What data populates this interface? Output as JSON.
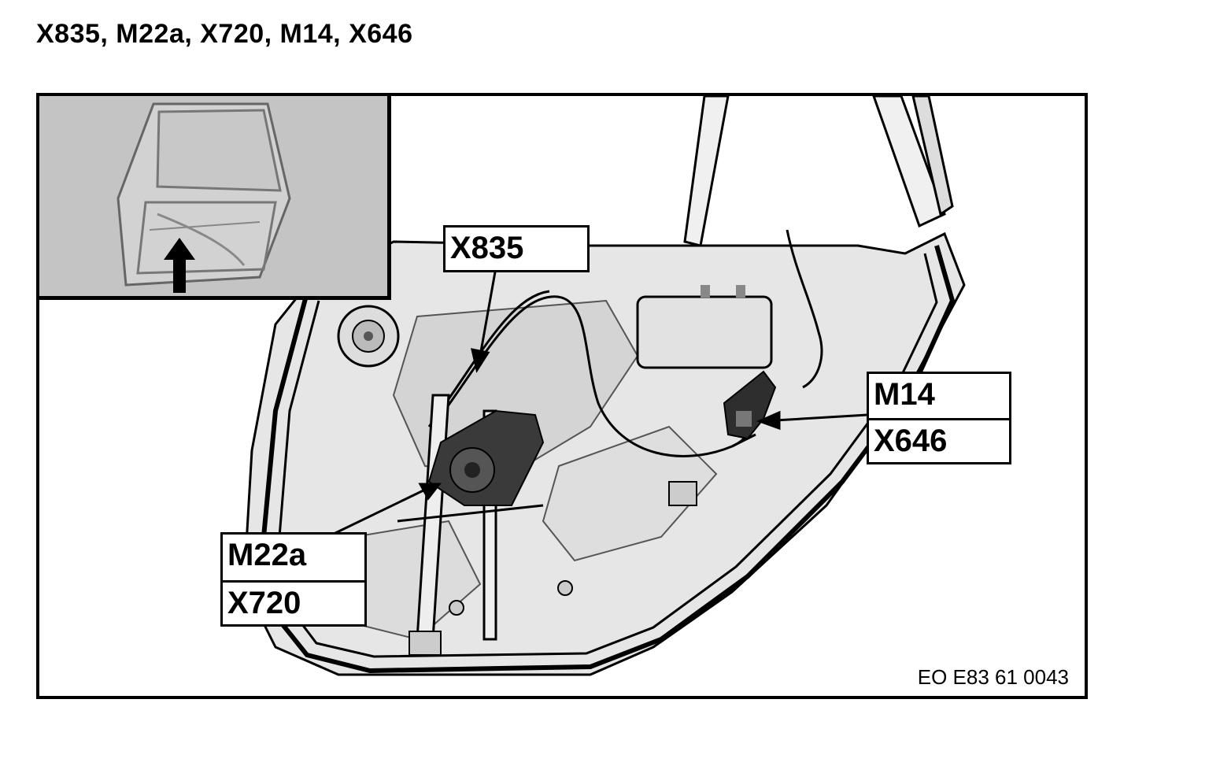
{
  "title": "X835, M22a, X720, M14, X646",
  "callouts": {
    "x835": "X835",
    "m22a": "M22a",
    "x720": "X720",
    "m14": "M14",
    "x646": "X646"
  },
  "reference_code": "EO E83 61 0043",
  "icons": {
    "inset": "rear-door-location-thumbnail",
    "arrow": "arrow-up-icon"
  },
  "colors": {
    "line": "#000000",
    "inset_background": "#c4c4c4",
    "door_panel": "#e6e6e6",
    "component_dark": "#333333"
  }
}
